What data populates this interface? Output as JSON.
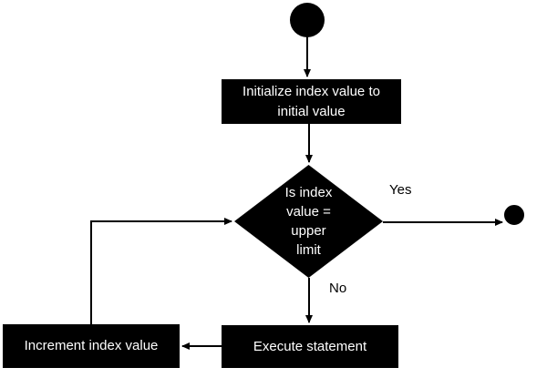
{
  "diagram": {
    "type": "flowchart-loop-activity-diagram",
    "colors": {
      "background": "#ffffff",
      "node_fill": "#000000",
      "node_text": "#ffffff",
      "connector": "#000000",
      "edge_label_text": "#000000"
    },
    "nodes": {
      "start": {
        "kind": "initial-node-filled-circle"
      },
      "initialize": {
        "label": "Initialize index value to\ninitial value"
      },
      "decision": {
        "label": "Is index\nvalue =\nupper\nlimit"
      },
      "execute": {
        "label": "Execute statement"
      },
      "increment": {
        "label": "Increment index value"
      },
      "end": {
        "kind": "final-node-ring"
      }
    },
    "edges": {
      "yes_label": "Yes",
      "no_label": "No",
      "flow": [
        "start -> initialize",
        "initialize -> decision",
        "decision -Yes-> end",
        "decision -No-> execute",
        "execute -> increment",
        "increment -> decision"
      ]
    }
  }
}
